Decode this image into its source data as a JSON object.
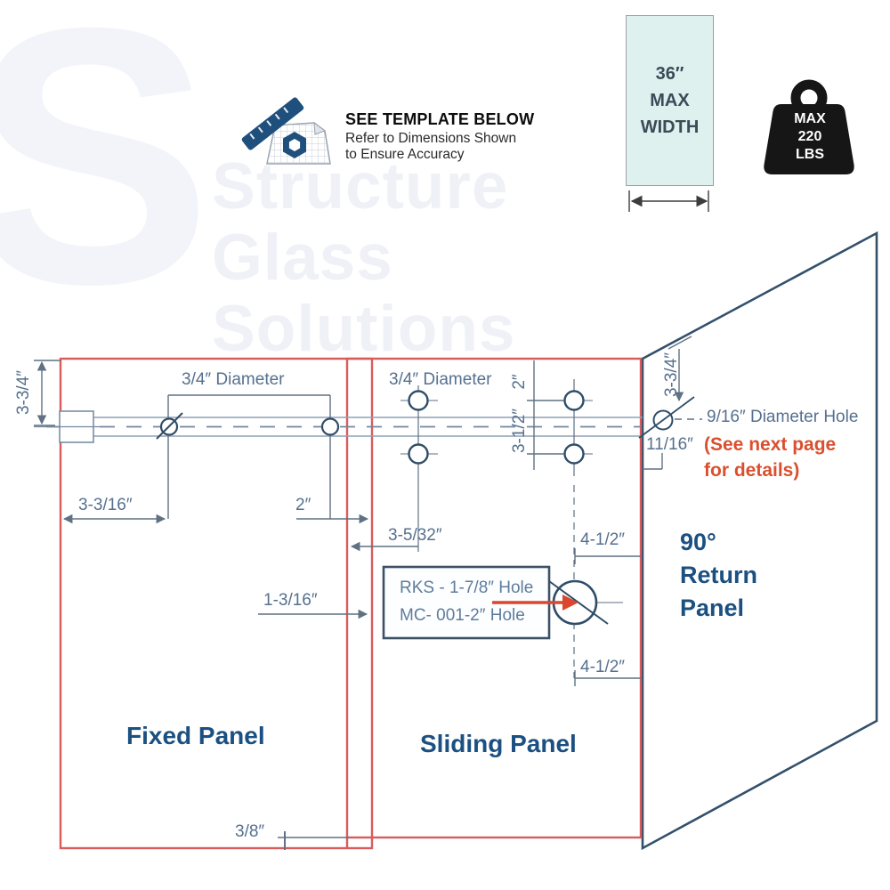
{
  "header": {
    "title": "SEE TEMPLATE BELOW",
    "subtitle1": "Refer to Dimensions Shown",
    "subtitle2": "to Ensure Accuracy",
    "max_width": {
      "line1": "36″",
      "line2": "MAX",
      "line3": "WIDTH"
    },
    "max_weight": {
      "line1": "MAX",
      "line2": "220",
      "line3": "LBS"
    }
  },
  "watermark": {
    "letter": "S",
    "words": "Structure\nGlass\nSolutions"
  },
  "diagram": {
    "panels": {
      "fixed": "Fixed Panel",
      "sliding": "Sliding Panel",
      "return": "90°\nReturn\nPanel"
    },
    "dimensions": {
      "left_height": "3-3/4″",
      "fixed_hole_diameter": "3/4″ Diameter",
      "fixed_hole_offset": "3-3/16″",
      "fixed_hole_spacing": "2″",
      "sliding_hole_diameter": "3/4″ Diameter",
      "top_to_hole": "2″",
      "hole_vertical_spacing": "3-1/2″",
      "sliding_hole_offset": "3-5/32″",
      "panel_overlap": "1-3/16″",
      "bottom_gap": "3/8″",
      "return_top_offset": "3-3/4″",
      "return_hole_label": "9/16″ Diameter Hole",
      "return_hole_offset": "11/16″",
      "see_next_line1": "(See next page",
      "see_next_line2": "for details)",
      "handle_top": "4-1/2″",
      "handle_bottom": "4-1/2″"
    },
    "callout": {
      "line1": "RKS - 1-7/8″ Hole",
      "line2": "MC- 001-2″ Hole"
    }
  },
  "colors": {
    "panel_outline_red": "#d85c5c",
    "return_outline_navy": "#33506b",
    "dimension_slate": "#56708f",
    "label_navy": "#1b5080",
    "annotation_red": "#d9502e",
    "max_width_fill": "#def1ef",
    "icon_black": "#161616",
    "icon_navy": "#1f4f7d"
  }
}
